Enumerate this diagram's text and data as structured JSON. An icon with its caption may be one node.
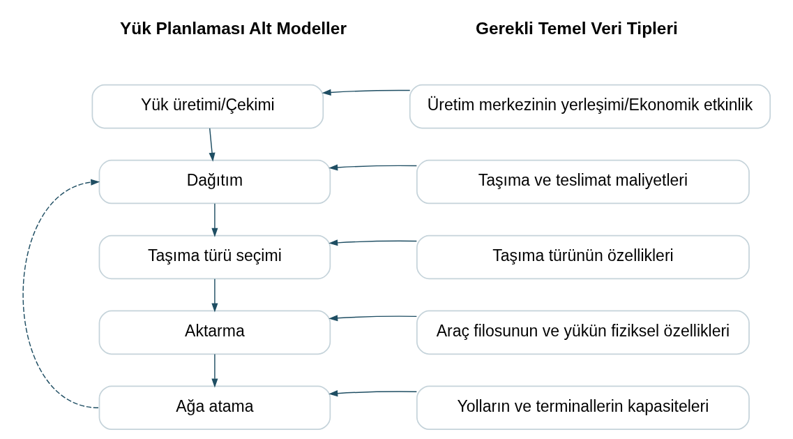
{
  "diagram": {
    "nodes": [
      {
        "text": [
          "Yük üretimi/Çekimi"
        ]
      },
      {
        "text": [
          "Dağıtım"
        ]
      },
      {
        "text": [
          "Taşıma türü seçimi"
        ]
      },
      {
        "text": [
          "Aktarma"
        ]
      },
      {
        "text": [
          "Ağa atama"
        ]
      },
      {
        "text": [
          "Üretim merkezinin yerleşimi/Ekonomik etkinlik"
        ]
      },
      {
        "text": [
          "Taşıma ve teslimat maliyetleri"
        ]
      },
      {
        "text": [
          "Taşıma türünün özellikleri"
        ]
      },
      {
        "text": [
          "Araç filosunun ve yükün fiziksel özellikleri"
        ]
      },
      {
        "text": [
          "Yolların ve terminallerin kapasiteleri"
        ]
      }
    ],
    "edges": [
      {
        "from": 0,
        "to": 1,
        "arrow": "to"
      },
      {
        "from": 1,
        "to": 2,
        "arrow": "to"
      },
      {
        "from": 2,
        "to": 3,
        "arrow": "to"
      },
      {
        "from": 3,
        "to": 4,
        "arrow": "to"
      },
      {
        "from": 5,
        "to": 0,
        "arrow": "to"
      },
      {
        "from": 6,
        "to": 1,
        "arrow": "to"
      },
      {
        "from": 7,
        "to": 2,
        "arrow": "to"
      },
      {
        "from": 8,
        "to": 3,
        "arrow": "to"
      },
      {
        "from": 9,
        "to": 4,
        "arrow": "to"
      },
      {
        "from": 4,
        "to": 1,
        "arrow": "to",
        "style": "dashed"
      }
    ],
    "labels": [
      "Yük Planlaması Alt Modeller",
      "Gerekli Temel Veri Tipleri"
    ]
  }
}
